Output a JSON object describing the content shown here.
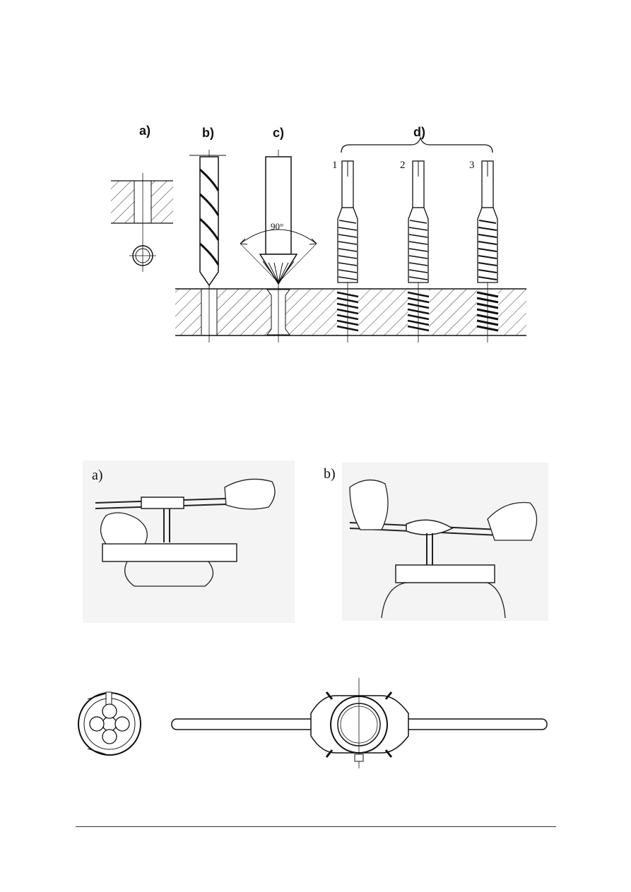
{
  "figure1": {
    "labels": {
      "a": "a)",
      "b": "b)",
      "c": "c)",
      "d": "d)"
    },
    "angle": "90°",
    "taps": [
      "1",
      "2",
      "3"
    ]
  },
  "figure2": {
    "labels": {
      "a": "a)",
      "b": "b)"
    }
  },
  "figure3": {}
}
